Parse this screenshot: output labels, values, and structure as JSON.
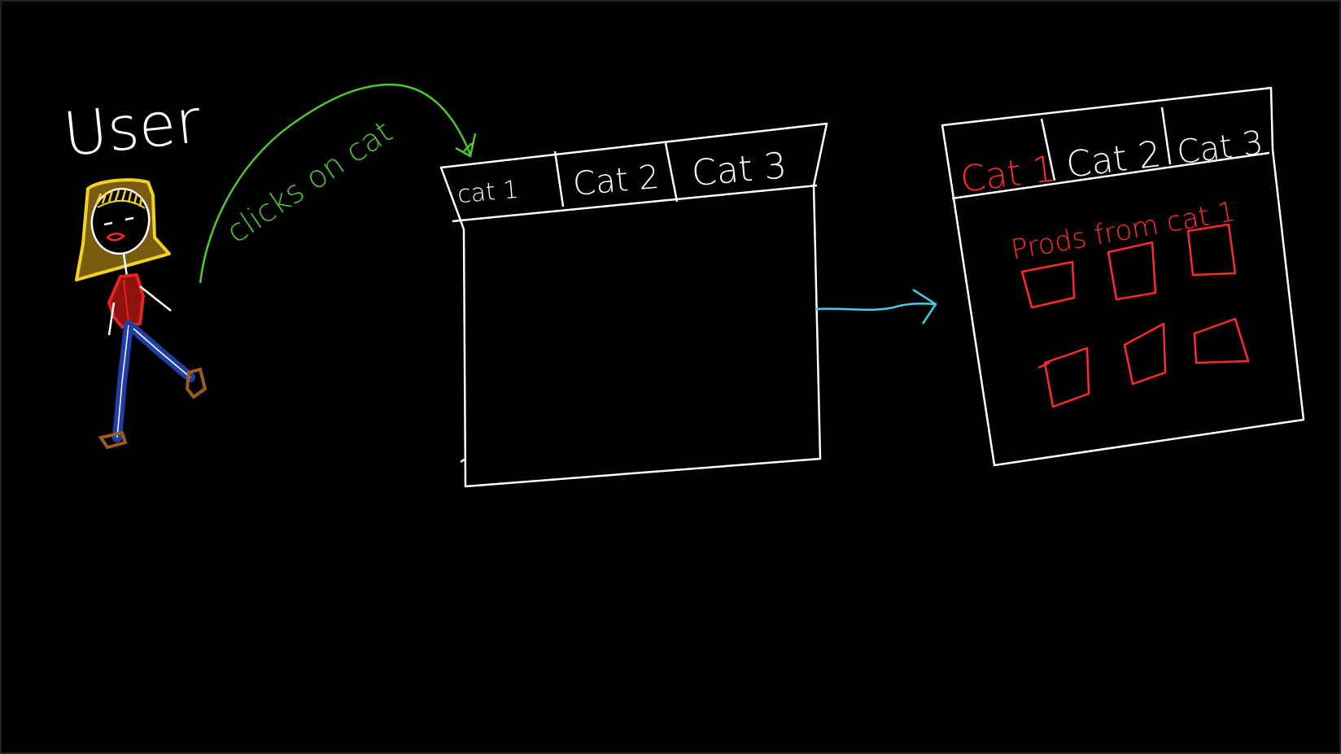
{
  "labels": {
    "user": "User",
    "action": "clicks on cat",
    "products_heading": "Prods from cat 1"
  },
  "before_window": {
    "tabs": [
      "cat 1",
      "Cat 2",
      "Cat 3"
    ]
  },
  "after_window": {
    "tabs": [
      "Cat 1",
      "Cat 2",
      "Cat 3"
    ],
    "active_tab_index": 0,
    "product_count": 6
  },
  "colors": {
    "background": "#000000",
    "ink": "#ffffff",
    "action_arrow": "#4ec82e",
    "transition_arrow": "#3fd2e6",
    "highlight": "#ff2a2a",
    "hair": "#f2d21b",
    "hair_fill": "#8a6a12",
    "jacket": "#e8231f",
    "jeans": "#1f3fa8",
    "shoes": "#a05a1a"
  }
}
